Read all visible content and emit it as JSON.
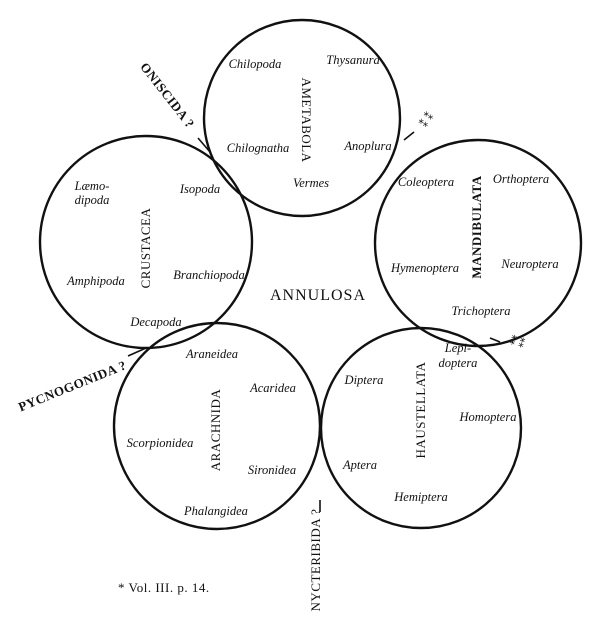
{
  "center_label": "ANNULOSA",
  "circles": {
    "ametabola": {
      "title": "AMETABOLA",
      "items": [
        "Chilopoda",
        "Thysanura",
        "Chilognatha",
        "Anoplura",
        "Vermes"
      ]
    },
    "mandibulata": {
      "title": "MANDIBULATA",
      "items": [
        "Coleoptera",
        "Orthoptera",
        "Hymenoptera",
        "Neuroptera",
        "Trichoptera"
      ]
    },
    "haustellata": {
      "title": "HAUSTELLATA",
      "items": [
        "Lepi-",
        "doptera",
        "Diptera",
        "Homoptera",
        "Aptera",
        "Hemiptera"
      ]
    },
    "arachnida": {
      "title": "ARACHNIDA",
      "items": [
        "Araneidea",
        "Acaridea",
        "Scorpionidea",
        "Sironidea",
        "Phalangidea"
      ]
    },
    "crustacea": {
      "title": "CRUSTACEA",
      "items": [
        "Læmo-",
        "dipoda",
        "Isopoda",
        "Amphipoda",
        "Branchiopoda",
        "Decapoda"
      ]
    }
  },
  "links": {
    "oniscida": "ONISCIDA ?",
    "pycnogonida": "PYCNOGONIDA ?",
    "nycteribida": "NYCTERIBIDA ?",
    "star_mark": "⁑ ⁑",
    "star_mark_2": "⁑ ⁑"
  },
  "footnote": "* Vol. III. p. 14."
}
